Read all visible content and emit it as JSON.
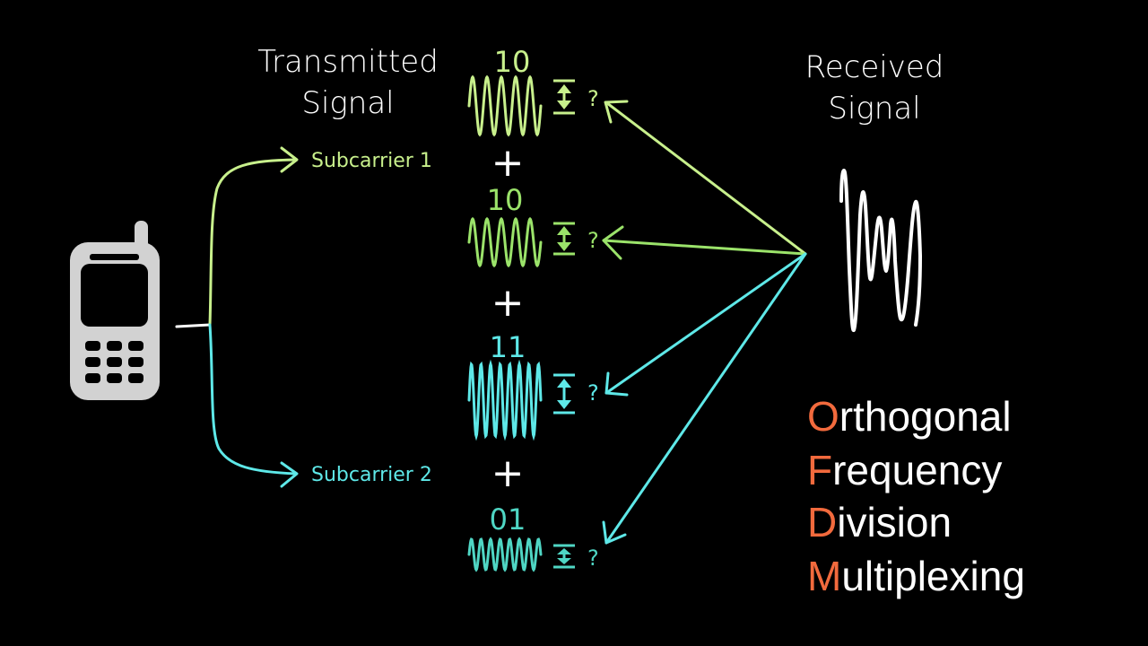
{
  "labels": {
    "transmitted_line1": "Transmitted",
    "transmitted_line2": "Signal",
    "received_line1": "Received",
    "received_line2": "Signal",
    "subcarrier_1": "Subcarrier 1",
    "subcarrier_2": "Subcarrier 2",
    "plus": "+",
    "question": "?"
  },
  "bits": [
    "10",
    "10",
    "11",
    "01"
  ],
  "acronym": [
    {
      "letter": "O",
      "rest": "rthogonal"
    },
    {
      "letter": "F",
      "rest": "requency"
    },
    {
      "letter": "D",
      "rest": "ivision"
    },
    {
      "letter": "M",
      "rest": "ultiplexing"
    }
  ],
  "colors": {
    "green_bright": "#c8f08c",
    "green_mid": "#9be36a",
    "cyan": "#5ee8e8",
    "teal": "#4fd6c4",
    "orange": "#f26a3d",
    "white": "#ffffff",
    "phone_gray": "#d2d2d2"
  },
  "icons": {
    "phone": "cell-phone-icon"
  }
}
